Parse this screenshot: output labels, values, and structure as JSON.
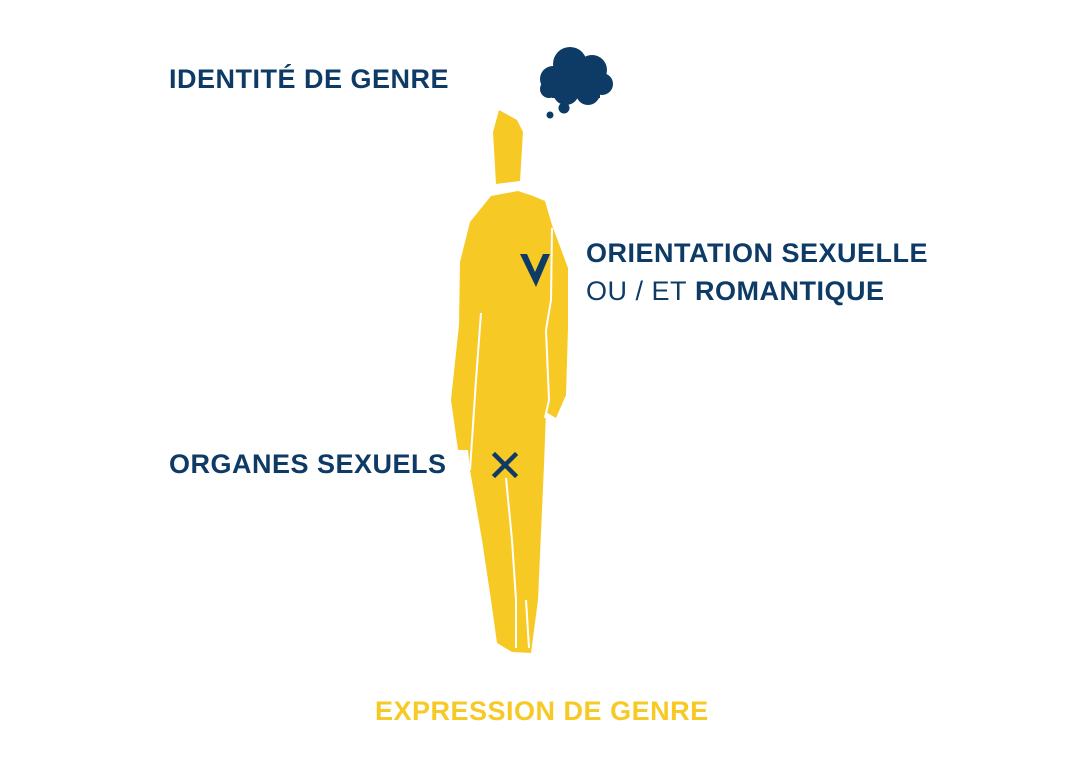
{
  "labels": {
    "gender_identity": "IDENTITÉ DE GENRE",
    "orientation_line1": "ORIENTATION SEXUELLE",
    "orientation_connector": "OU / ET",
    "orientation_romantic": "ROMANTIQUE",
    "sexual_organs": "ORGANES SEXUELS",
    "gender_expression": "EXPRESSION DE GENRE"
  },
  "icons": [
    "thought-cloud-icon",
    "heart-icon",
    "cross-mark-icon"
  ],
  "colors": {
    "navy": "#0d3b66",
    "yellow": "#f7c925",
    "background": "#ffffff"
  }
}
